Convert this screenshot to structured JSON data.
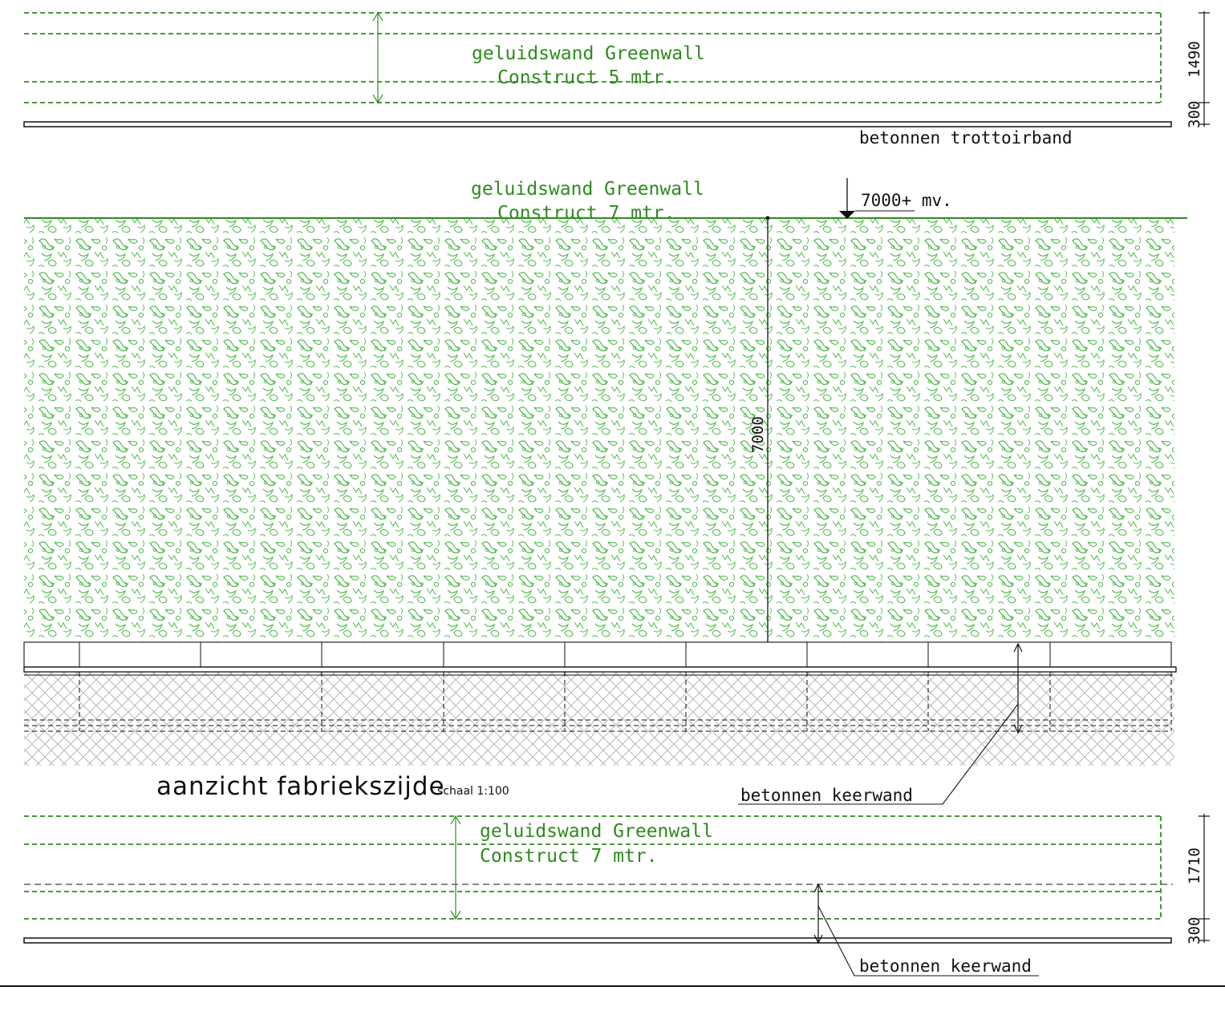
{
  "top_plan": {
    "label_line1": "geluidswand Greenwall",
    "label_line2": "Construct 5 mtr.",
    "curb_label": "betonnen trottoirband",
    "dim_wall": "1490",
    "dim_curb": "300"
  },
  "elevation": {
    "label_line1": "geluidswand Greenwall",
    "label_line2": "Construct 7 mtr.",
    "level_marker": "7000+ mv.",
    "dim_height": "7000",
    "title": "aanzicht fabriekszijde",
    "scale": "schaal 1:100",
    "retaining_wall_label": "betonnen keerwand"
  },
  "bottom_plan": {
    "label_line1": "geluidswand Greenwall",
    "label_line2": "Construct 7 mtr.",
    "retaining_wall_label": "betonnen keerwand",
    "dim_wall": "1710",
    "dim_curb": "300"
  },
  "colors": {
    "green": "#2e8b1e",
    "foliage": "#4cb94a",
    "line": "#111111"
  }
}
